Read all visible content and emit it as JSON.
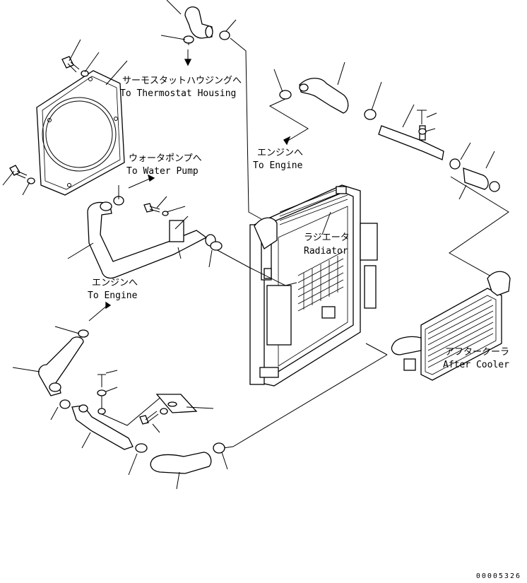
{
  "labels": {
    "thermostat_jp": "サーモスタットハウジングへ",
    "thermostat_en": "To Thermostat Housing",
    "water_pump_jp": "ウォータポンプへ",
    "water_pump_en": "To Water Pump",
    "engine_top_jp": "エンジンへ",
    "engine_top_en": "To Engine",
    "engine_left_jp": "エンジンへ",
    "engine_left_en": "To Engine",
    "radiator_jp": "ラジエータ",
    "radiator_en": "Radiator",
    "aftercooler_jp": "アフタークーラ",
    "aftercooler_en": "After Cooler"
  },
  "drawing_code": "00005326"
}
